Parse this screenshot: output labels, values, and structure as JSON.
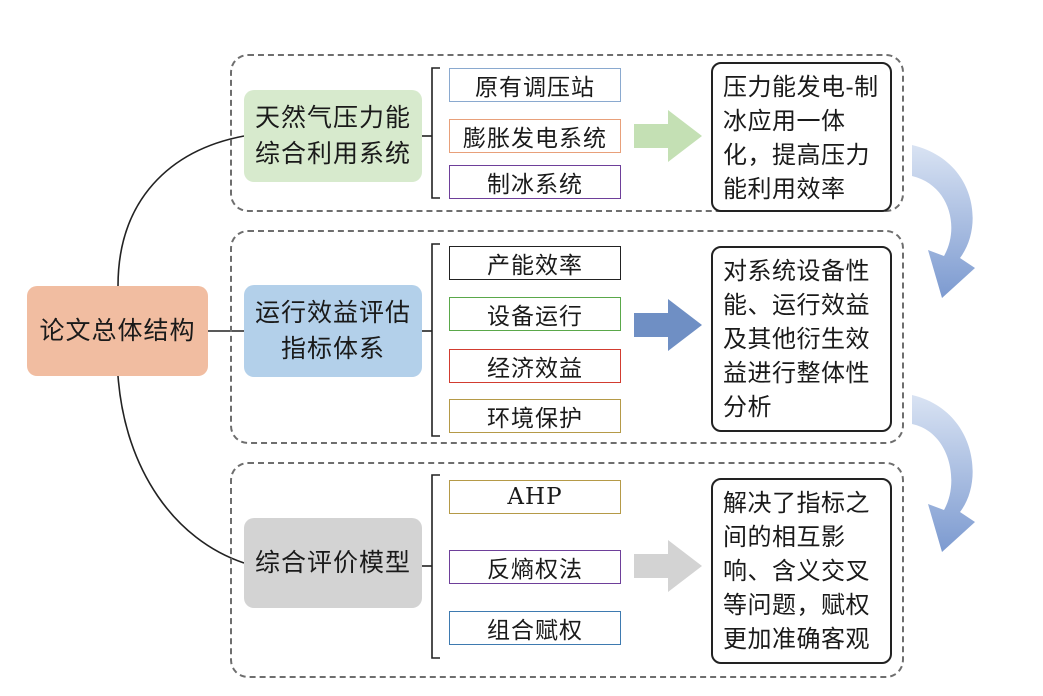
{
  "root": "论文总体结构",
  "sections": [
    {
      "category": [
        "天然气压力能",
        "综合利用系统"
      ],
      "items": [
        {
          "label": "原有调压站",
          "color": "#8aa9cf"
        },
        {
          "label": "膨胀发电系统",
          "color": "#e8a07a"
        },
        {
          "label": "制冰系统",
          "color": "#6e3f9a"
        }
      ],
      "result": "压力能发电-制冰应用一体化，提高压力能利用效率",
      "arrow_color": "#c4e0b4"
    },
    {
      "category": [
        "运行效益评估",
        "指标体系"
      ],
      "items": [
        {
          "label": "产能效率",
          "color": "#222222"
        },
        {
          "label": "设备运行",
          "color": "#5aa84a"
        },
        {
          "label": "经济效益",
          "color": "#d23c30"
        },
        {
          "label": "环境保护",
          "color": "#b59a47"
        }
      ],
      "result": "对系统设备性能、运行效益及其他衍生效益进行整体性分析",
      "arrow_color": "#6f8fc4"
    },
    {
      "category": [
        "综合评价模型"
      ],
      "items": [
        {
          "label": "AHP",
          "color": "#b59a47"
        },
        {
          "label": "反熵权法",
          "color": "#6e3f9a"
        },
        {
          "label": "组合赋权",
          "color": "#3e7ab0"
        }
      ],
      "result": "解决了指标之间的相互影响、含义交叉等问题，赋权更加准确客观",
      "arrow_color": "#d3d3d3"
    }
  ],
  "colors": {
    "root_fill": "#f1bda1",
    "cat1_fill": "#d7eacd",
    "cat2_fill": "#b3d0ea",
    "cat3_fill": "#d3d3d3",
    "curved_arrow": "#9fb5dc"
  }
}
